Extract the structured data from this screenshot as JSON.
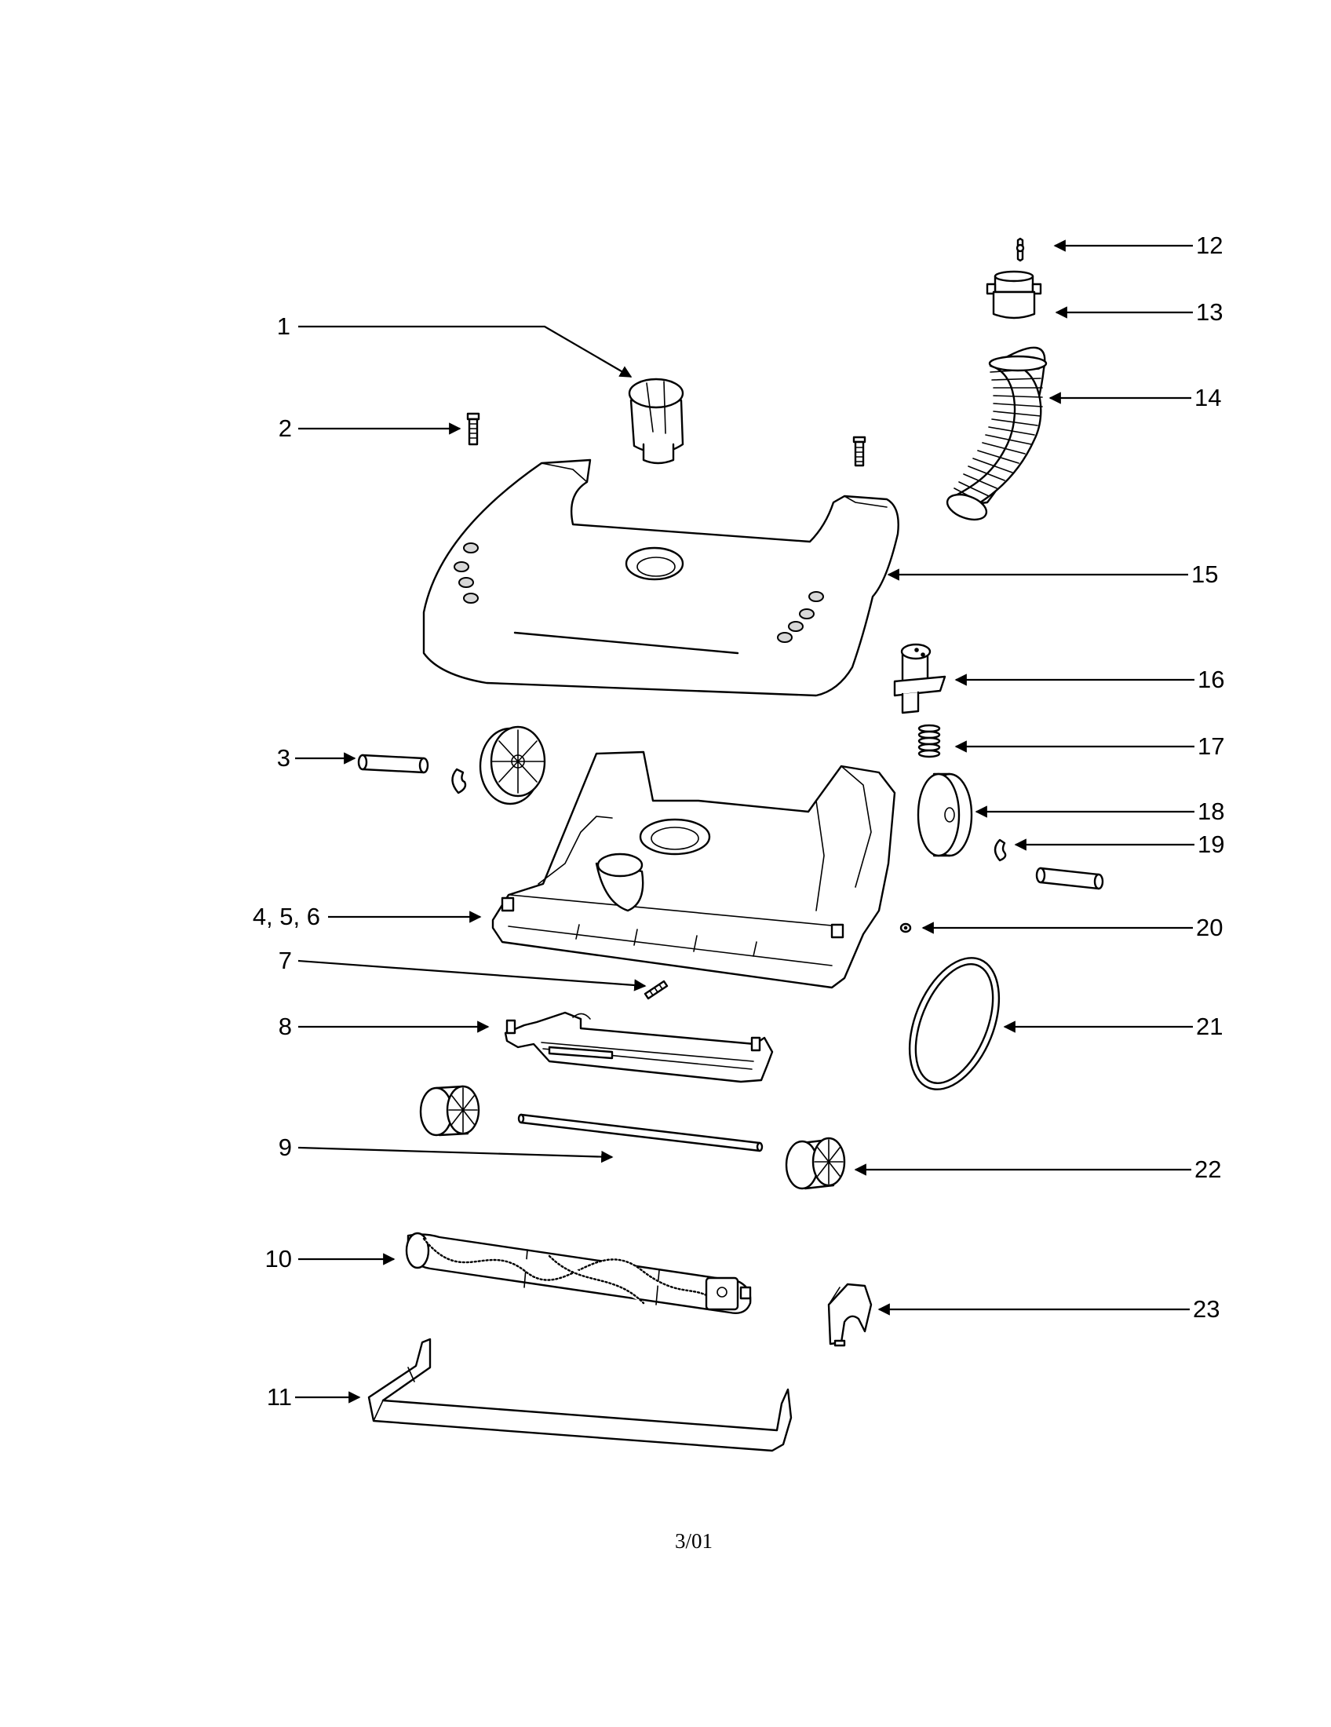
{
  "callouts": [
    {
      "id": "1",
      "label": "1"
    },
    {
      "id": "2",
      "label": "2"
    },
    {
      "id": "3",
      "label": "3"
    },
    {
      "id": "4-5-6",
      "label": "4, 5, 6"
    },
    {
      "id": "7",
      "label": "7"
    },
    {
      "id": "8",
      "label": "8"
    },
    {
      "id": "9",
      "label": "9"
    },
    {
      "id": "10",
      "label": "10"
    },
    {
      "id": "11",
      "label": "11"
    },
    {
      "id": "12",
      "label": "12"
    },
    {
      "id": "13",
      "label": "13"
    },
    {
      "id": "14",
      "label": "14"
    },
    {
      "id": "15",
      "label": "15"
    },
    {
      "id": "16",
      "label": "16"
    },
    {
      "id": "17",
      "label": "17"
    },
    {
      "id": "18",
      "label": "18"
    },
    {
      "id": "19",
      "label": "19"
    },
    {
      "id": "20",
      "label": "20"
    },
    {
      "id": "21",
      "label": "21"
    },
    {
      "id": "22",
      "label": "22"
    },
    {
      "id": "23",
      "label": "23"
    }
  ],
  "footer": {
    "date_code": "3/01"
  }
}
